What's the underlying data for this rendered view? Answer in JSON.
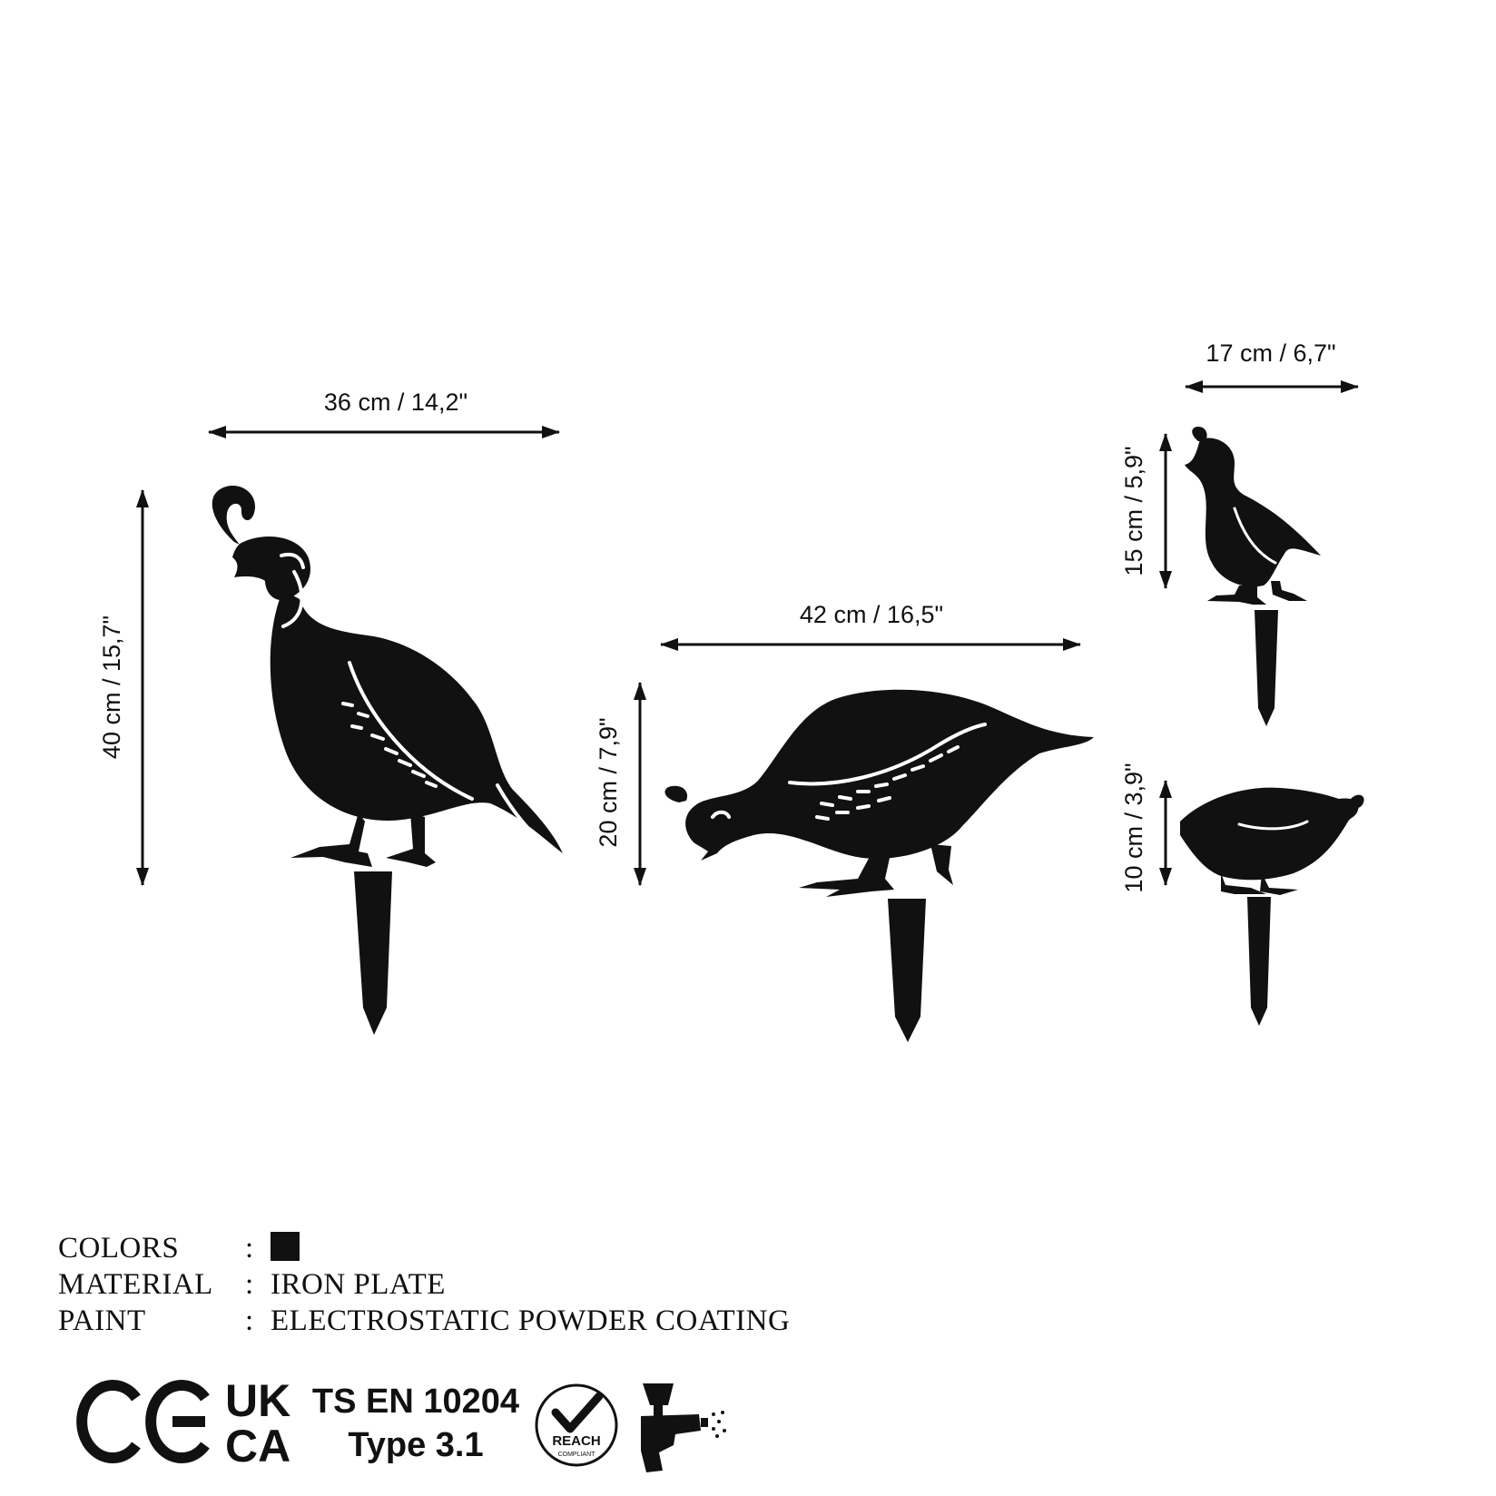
{
  "dimensions": {
    "large_width": "36 cm / 14,2\"",
    "large_height": "40 cm / 15,7\"",
    "medium_width": "42 cm / 16,5\"",
    "medium_height": "20 cm / 7,9\"",
    "small_width": "17 cm / 6,7\"",
    "small_top_height": "15 cm / 5,9\"",
    "small_bottom_height": "10 cm / 3,9\""
  },
  "specs": {
    "colors_label": "COLORS",
    "colors_swatch": "#111111",
    "material_label": "MATERIAL",
    "material_value": "IRON PLATE",
    "paint_label": "PAINT",
    "paint_value": "ELECTROSTATIC POWDER COATING",
    "separator": ":"
  },
  "certifications": {
    "ce_mark": "CE",
    "ukca_top": "UK",
    "ukca_bottom": "CA",
    "ts_standard": "TS EN 10204",
    "ts_type": "Type 3.1",
    "reach_label": "REACH",
    "reach_sub": "COMPLIANT",
    "spray_icon": "spray-gun-icon"
  }
}
